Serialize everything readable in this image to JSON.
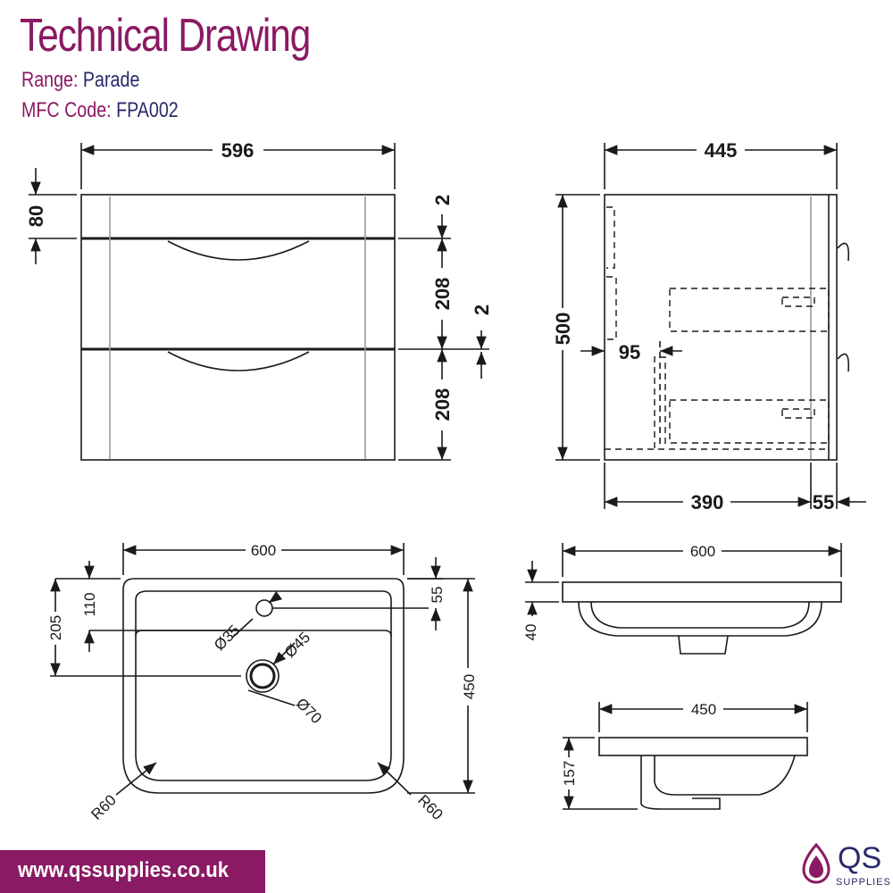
{
  "header": {
    "title": "Technical Drawing",
    "range_label": "Range:",
    "range_value": "Parade",
    "code_label": "MFC Code:",
    "code_value": "FPA002"
  },
  "cabinet_front": {
    "width": "596",
    "top_gap": "80",
    "gap_top": "2",
    "drawer_upper": "208",
    "gap_mid": "2",
    "drawer_lower": "208"
  },
  "cabinet_side": {
    "depth": "445",
    "height": "500",
    "inner_offset": "95",
    "body_depth": "390",
    "front_depth": "55"
  },
  "basin_top": {
    "width": "600",
    "tap_offset": "110",
    "waste_offset": "205",
    "tap_from_back": "55",
    "depth": "450",
    "tap_hole": "Ø35",
    "waste_inner": "Ø45",
    "waste_outer": "Ø70",
    "radius_left": "R60",
    "radius_right": "R60"
  },
  "basin_front": {
    "width": "600",
    "lip": "40"
  },
  "basin_side": {
    "width": "450",
    "height": "157"
  },
  "footer": {
    "url": "www.qssupplies.co.uk"
  },
  "logo": {
    "text": "QS",
    "sub": "SUPPLIES"
  },
  "colors": {
    "brand": "#8a1a63",
    "navy": "#2a2a6a",
    "line": "#1a1a1a"
  }
}
